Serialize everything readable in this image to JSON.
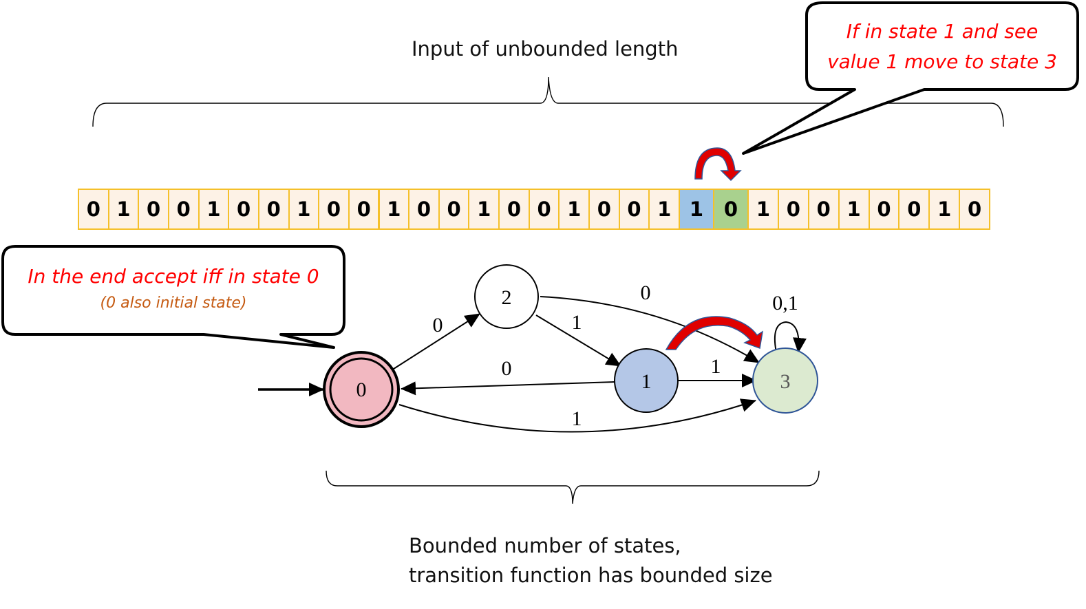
{
  "top_caption": "Input of unbounded length",
  "bottom_caption": {
    "line1": "Bounded number of states,",
    "line2": "transition function has bounded size"
  },
  "tape": {
    "values": [
      "0",
      "1",
      "0",
      "0",
      "1",
      "0",
      "0",
      "1",
      "0",
      "0",
      "1",
      "0",
      "0",
      "1",
      "0",
      "0",
      "1",
      "0",
      "0",
      "1",
      "1",
      "0",
      "1",
      "0",
      "0",
      "1",
      "0",
      "0",
      "1",
      "0"
    ],
    "current_index": 20,
    "next_index": 21,
    "colors": {
      "cell_fill": "#fdf2e6",
      "cell_border": "#f5c02a",
      "current_fill": "#9dc3e6",
      "next_fill": "#a9d18e"
    }
  },
  "callout_transition": {
    "line1": "If in state 1 and see",
    "line2": "value 1 move to state 3",
    "color": "#ff0000"
  },
  "callout_accept": {
    "line1": "In the end accept iff in state 0",
    "line2": "(0 also initial state)",
    "color_main": "#ff0000",
    "color_sub": "#c55a11"
  },
  "automaton": {
    "states": [
      {
        "id": "0",
        "label": "0",
        "accepting": true,
        "initial": true,
        "fill": "#f2b8c1"
      },
      {
        "id": "1",
        "label": "1",
        "accepting": false,
        "initial": false,
        "fill": "#b4c7e7"
      },
      {
        "id": "2",
        "label": "2",
        "accepting": false,
        "initial": false,
        "fill": "#ffffff"
      },
      {
        "id": "3",
        "label": "3",
        "accepting": false,
        "initial": false,
        "fill": "#dcead0"
      }
    ],
    "transitions": [
      {
        "from": "0",
        "to": "2",
        "label": "0"
      },
      {
        "from": "0",
        "to": "3",
        "label": "1"
      },
      {
        "from": "2",
        "to": "1",
        "label": "1"
      },
      {
        "from": "2",
        "to": "3",
        "label": "0"
      },
      {
        "from": "1",
        "to": "0",
        "label": "0"
      },
      {
        "from": "1",
        "to": "3",
        "label": "1"
      },
      {
        "from": "3",
        "to": "3",
        "label": "0,1"
      }
    ],
    "highlighted_transition": {
      "from": "1",
      "to": "3"
    }
  }
}
